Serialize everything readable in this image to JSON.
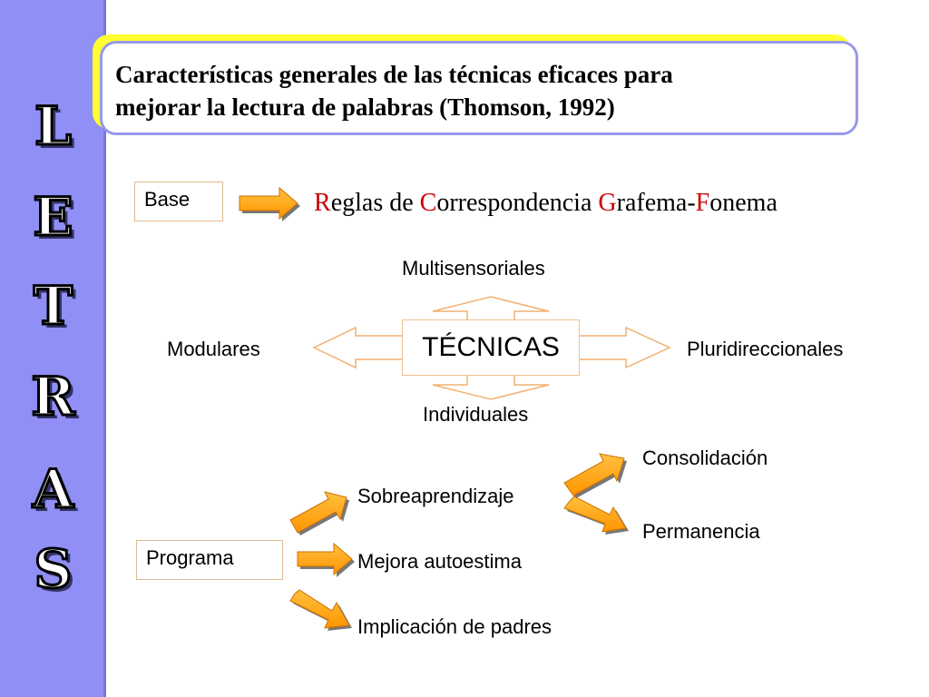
{
  "sidebar": {
    "letters": [
      "L",
      "E",
      "T",
      "R",
      "A",
      "S"
    ]
  },
  "title": {
    "line1": "Características generales de las técnicas eficaces para",
    "line2": "mejorar la lectura de palabras (Thomson, 1992)"
  },
  "base": {
    "label": "Base",
    "rule_parts": [
      {
        "cap": "R",
        "rest": "eglas de "
      },
      {
        "cap": "C",
        "rest": "orrespondencia "
      },
      {
        "cap": "G",
        "rest": "rafema-"
      },
      {
        "cap": "F",
        "rest": "onema"
      }
    ]
  },
  "tecnicas": {
    "center": "TÉCNICAS",
    "top": "Multisensoriales",
    "bottom": "Individuales",
    "left": "Modulares",
    "right": "Pluridireccionales"
  },
  "programa": {
    "label": "Programa",
    "items": [
      "Sobreaprendizaje",
      "Mejora autoestima",
      "Implicación de padres"
    ],
    "sub_items": [
      "Consolidación",
      "Permanencia"
    ]
  },
  "colors": {
    "sidebar": "#8f8ff5",
    "arrow": "#ffa500",
    "title_shadow": "#ffff33",
    "accent_red": "#cc0000"
  }
}
